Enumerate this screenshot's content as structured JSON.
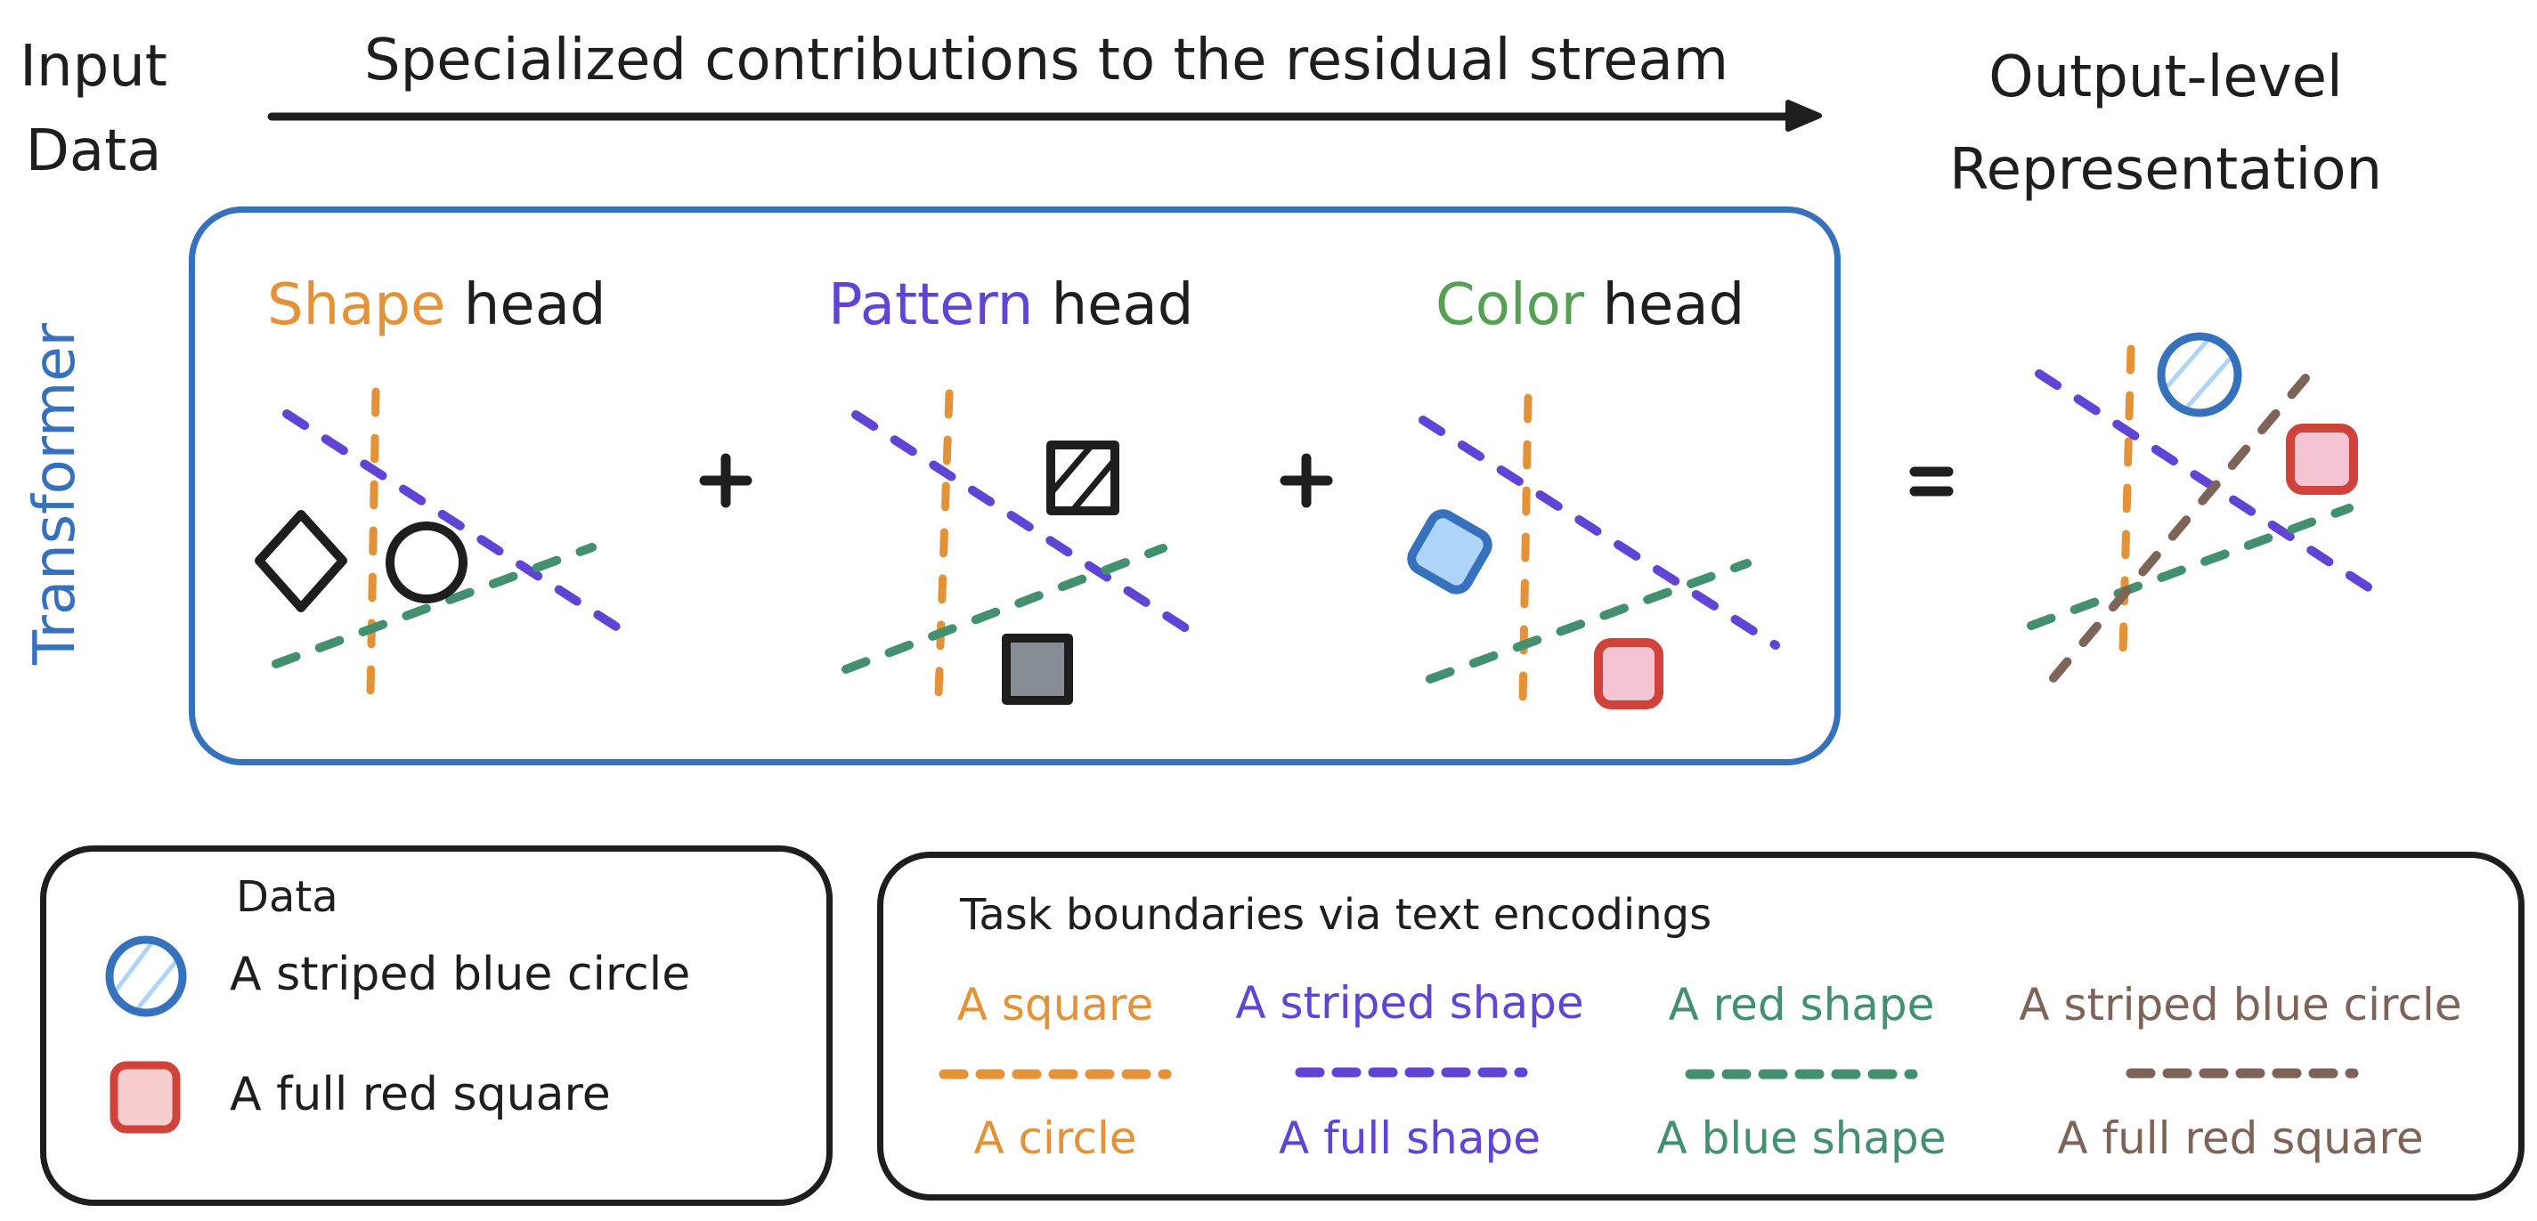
{
  "header": {
    "input_label_line1": "Input",
    "input_label_line2": "Data",
    "arrow_caption": "Specialized contributions to the residual stream",
    "output_label_line1": "Output-level",
    "output_label_line2": "Representation"
  },
  "transformer": {
    "label": "Transformer",
    "border_color": "#3671be",
    "heads": [
      {
        "name_colored": "Shape",
        "name_suffix": "head",
        "color": "#e49237"
      },
      {
        "name_colored": "Pattern",
        "name_suffix": "head",
        "color": "#6143d6"
      },
      {
        "name_colored": "Color",
        "name_suffix": "head",
        "color": "#55a055"
      }
    ],
    "operators": [
      "+",
      "+",
      "="
    ]
  },
  "colors": {
    "shape_boundary": "#e49237",
    "pattern_boundary": "#6143d6",
    "color_boundary": "#43906e",
    "composite_boundary": "#7e6458",
    "blue_stroke": "#3671be",
    "blue_fill": "#aed5f8",
    "red_stroke": "#cf433b",
    "red_fill": "#f4c4d3",
    "gray_fill": "#878d95",
    "ink": "#1e1e1e"
  },
  "data_legend": {
    "title": "Data",
    "items": [
      {
        "label": "A striped blue circle",
        "icon": "striped-blue-circle-icon"
      },
      {
        "label": "A full red square",
        "icon": "full-red-square-icon"
      }
    ]
  },
  "task_legend": {
    "title": "Task boundaries via text encodings",
    "columns": [
      {
        "top": "A square",
        "bottom": "A circle",
        "color": "#e49237"
      },
      {
        "top": "A striped shape",
        "bottom": "A full shape",
        "color": "#6143d6"
      },
      {
        "top": "A red shape",
        "bottom": "A blue shape",
        "color": "#43906e"
      },
      {
        "top": "A striped blue circle",
        "bottom": "A full red square",
        "color": "#7e6458"
      }
    ]
  }
}
